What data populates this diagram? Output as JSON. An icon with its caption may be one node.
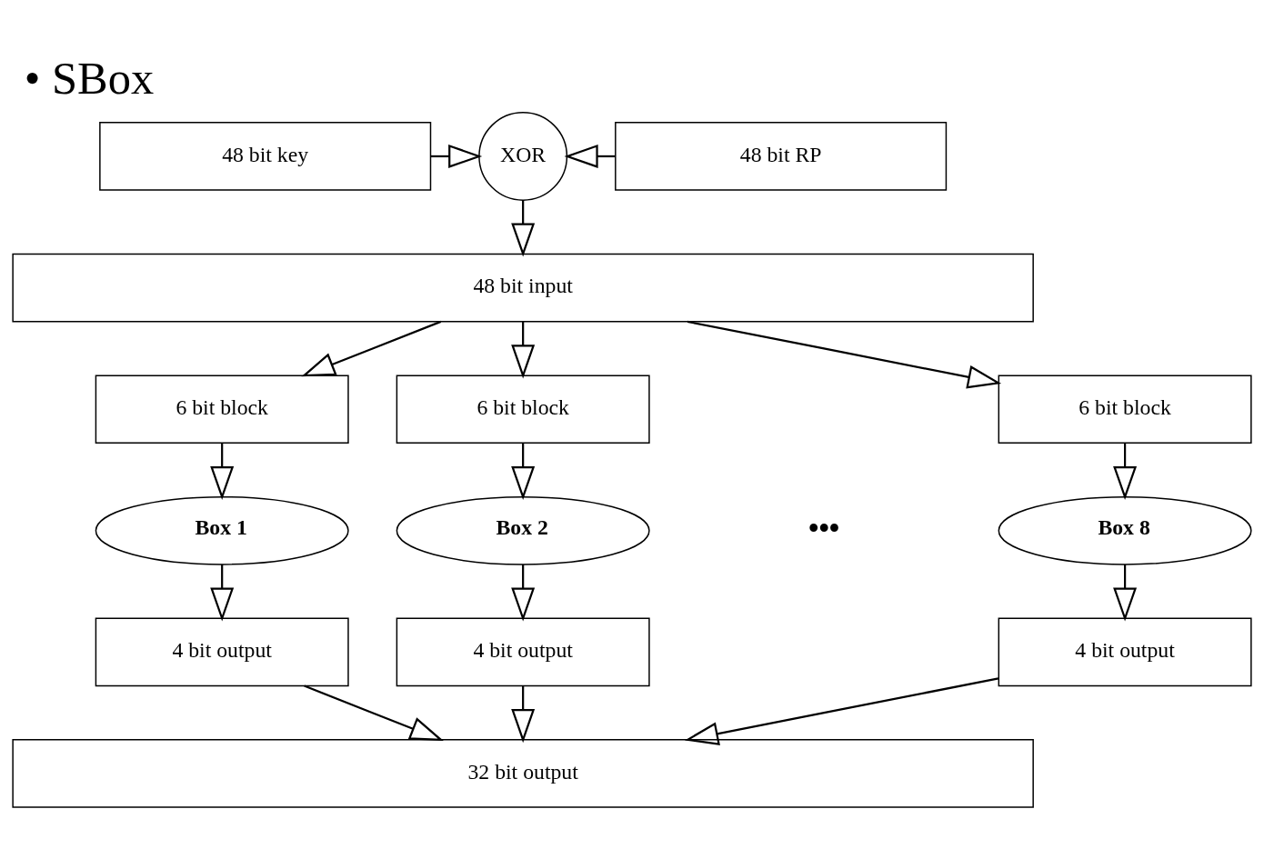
{
  "diagram": {
    "title": "• SBox",
    "nodes": [
      {
        "text": [
          "48 bit key"
        ]
      },
      {
        "text": [
          "XOR"
        ]
      },
      {
        "text": [
          "48 bit RP"
        ]
      },
      {
        "text": [
          "48 bit input"
        ]
      },
      {
        "text": [
          "6 bit block"
        ]
      },
      {
        "text": [
          "6 bit block"
        ]
      },
      {
        "text": [
          "6 bit block"
        ]
      },
      {
        "text": [
          "Box 1"
        ]
      },
      {
        "text": [
          "Box 2"
        ]
      },
      {
        "text": [
          "Box 8"
        ]
      },
      {
        "text": [
          "4 bit output"
        ]
      },
      {
        "text": [
          "4 bit output"
        ]
      },
      {
        "text": [
          "4 bit output"
        ]
      },
      {
        "text": [
          "32 bit output"
        ]
      }
    ],
    "edges": [
      {
        "from": 0,
        "to": 1,
        "arrow": "to"
      },
      {
        "from": 2,
        "to": 1,
        "arrow": "to"
      },
      {
        "from": 1,
        "to": 3,
        "arrow": "to"
      },
      {
        "from": 3,
        "to": 4,
        "arrow": "to"
      },
      {
        "from": 3,
        "to": 5,
        "arrow": "to"
      },
      {
        "from": 3,
        "to": 6,
        "arrow": "to"
      },
      {
        "from": 4,
        "to": 7,
        "arrow": "to"
      },
      {
        "from": 5,
        "to": 8,
        "arrow": "to"
      },
      {
        "from": 6,
        "to": 9,
        "arrow": "to"
      },
      {
        "from": 7,
        "to": 10,
        "arrow": "to"
      },
      {
        "from": 8,
        "to": 11,
        "arrow": "to"
      },
      {
        "from": 9,
        "to": 12,
        "arrow": "to"
      },
      {
        "from": 10,
        "to": 13,
        "arrow": "to"
      },
      {
        "from": 11,
        "to": 13,
        "arrow": "to"
      },
      {
        "from": 12,
        "to": 13,
        "arrow": "to"
      }
    ],
    "labels": [
      "•••"
    ]
  }
}
